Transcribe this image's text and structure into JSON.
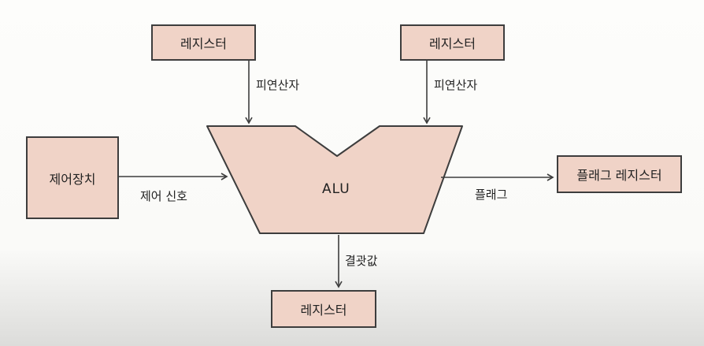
{
  "colors": {
    "box_fill": "#f0d3c7",
    "stroke": "#3d3d3d",
    "text": "#222222"
  },
  "diagram": {
    "register_top_left": "레지스터",
    "register_top_right": "레지스터",
    "operand_left": "피연산자",
    "operand_right": "피연산자",
    "control_unit": "제어장치",
    "control_signal": "제어 신호",
    "alu": "ALU",
    "flag": "플래그",
    "flag_register": "플래그 레지스터",
    "result": "결괏값",
    "register_bottom": "레지스터"
  }
}
